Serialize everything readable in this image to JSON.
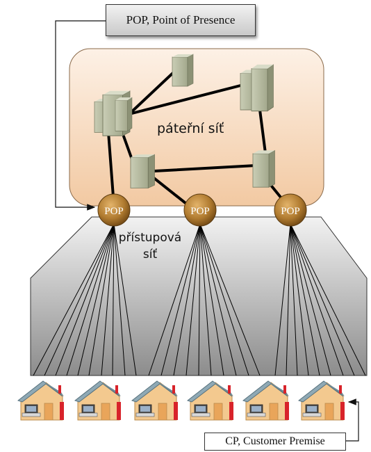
{
  "labels": {
    "pop_callout": "POP,  Point of Presence",
    "backbone": "páteřní síť",
    "access_line1": "přístupová",
    "access_line2": "síť",
    "cp_callout": "CP, Customer Premise",
    "pop_node": "POP"
  },
  "pops": [
    "pop-left",
    "pop-middle",
    "pop-right"
  ],
  "buildings": [
    "building-main",
    "building-top",
    "building-right-top",
    "building-center",
    "building-right-bottom"
  ],
  "houses_count": 6,
  "colors": {
    "backbone_fill": "#f8dcc2",
    "pop_fill": "#b07b30",
    "access_fill": "#bdbdbd",
    "house_wall": "#f3c98f",
    "house_roof": "#8fa9b5",
    "house_chimney": "#d8232a"
  }
}
